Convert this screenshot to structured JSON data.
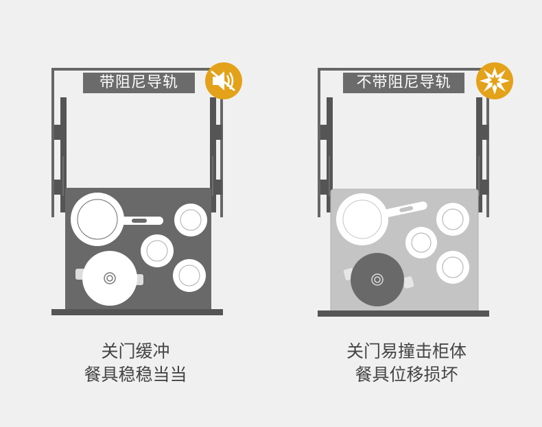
{
  "panels": [
    {
      "id": "with-damper",
      "title": "带阻尼导轨",
      "caption_line1": "关门缓冲",
      "caption_line2": "餐具稳稳当当",
      "badge_icon": "mute-speaker-icon",
      "badge_color": "#e3a21a",
      "cabinet_color": "#696969"
    },
    {
      "id": "without-damper",
      "title": "不带阻尼导轨",
      "caption_line1": "关门易撞击柜体",
      "caption_line2": "餐具位移损坏",
      "badge_icon": "explosion-icon",
      "badge_color": "#e3a21a",
      "cabinet_color": "#c4c4c4"
    }
  ]
}
